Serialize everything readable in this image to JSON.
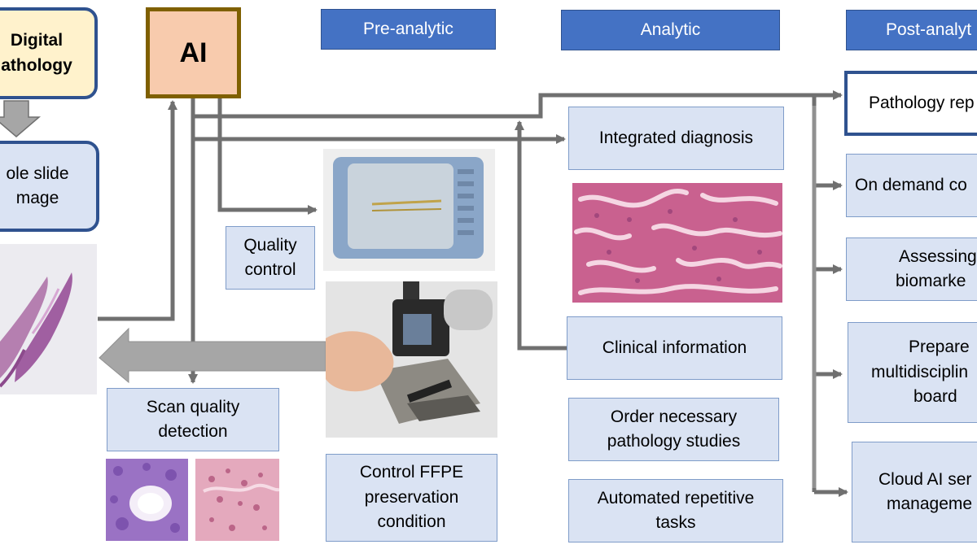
{
  "nodes": {
    "digital_pathology": [
      "Digital",
      "athology"
    ],
    "ai": "AI",
    "whole_slide_image": [
      "ole slide",
      "mage"
    ],
    "quality_control": [
      "Quality",
      "control"
    ],
    "scan_quality_detection": [
      "Scan quality",
      "detection"
    ],
    "control_ffpe": [
      "Control FFPE",
      "preservation",
      "condition"
    ],
    "integrated_diagnosis": "Integrated diagnosis",
    "clinical_information": "Clinical information",
    "order_studies": [
      "Order necessary",
      "pathology studies"
    ],
    "automated_tasks": [
      "Automated repetitive",
      "tasks"
    ],
    "pathology_report": "Pathology rep",
    "on_demand": "On demand co",
    "assessing_biomarkers": [
      "Assessing",
      "biomarke"
    ],
    "prepare_board": [
      "Prepare",
      "multidisciplin",
      "board"
    ],
    "cloud_ai": [
      "Cloud AI ser",
      "manageme"
    ]
  },
  "headers": {
    "pre_analytic": "Pre-analytic",
    "analytic": "Analytic",
    "post_analytic": "Post-analyt"
  },
  "colors": {
    "header_fill": "#4472c4",
    "box_fill": "#dae3f3",
    "ai_fill": "#f8cbad",
    "ai_border": "#7f6000",
    "digital_fill": "#fff2cc",
    "rounded_border": "#2f528f",
    "arrow": "#707070"
  }
}
